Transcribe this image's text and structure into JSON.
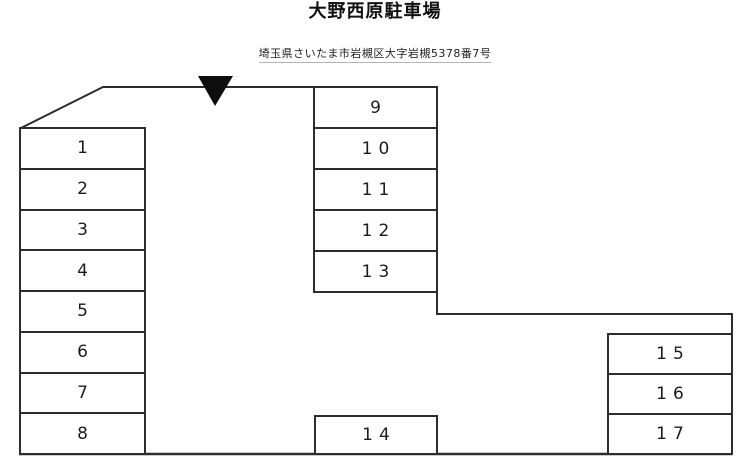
{
  "header": {
    "title": "大野西原駐車場",
    "subtitle": "埼玉県さいたま市岩槻区大字岩槻5378番7号"
  },
  "map": {
    "entrance_marker": "entrance-triangle-icon",
    "groups": {
      "left": {
        "labels": [
          "1",
          "2",
          "3",
          "4",
          "5",
          "6",
          "7",
          "8"
        ]
      },
      "middle": {
        "labels": [
          "9",
          "10",
          "11",
          "12",
          "13"
        ]
      },
      "bottom": {
        "labels": [
          "14"
        ]
      },
      "right": {
        "labels": [
          "15",
          "16",
          "17"
        ]
      }
    }
  },
  "colors": {
    "line": "#2d2d2d",
    "marker": "#0d0d0d",
    "background": "#ffffff"
  }
}
